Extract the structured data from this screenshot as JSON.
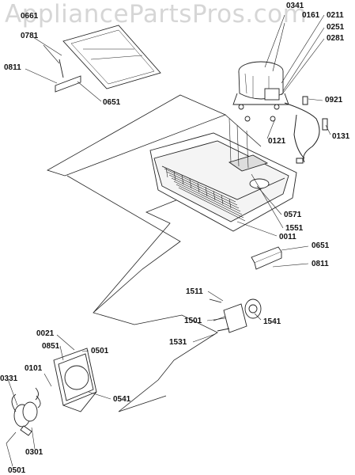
{
  "watermark": "AppliancePartsPros.com",
  "callouts": [
    {
      "id": "p0661",
      "text": "0661"
    },
    {
      "id": "p0781",
      "text": "0781"
    },
    {
      "id": "p0811a",
      "text": "0811"
    },
    {
      "id": "p0651a",
      "text": "0651"
    },
    {
      "id": "p0341",
      "text": "0341"
    },
    {
      "id": "p0161",
      "text": "0161"
    },
    {
      "id": "p0211",
      "text": "0211"
    },
    {
      "id": "p0251",
      "text": "0251"
    },
    {
      "id": "p0281",
      "text": "0281"
    },
    {
      "id": "p0921",
      "text": "0921"
    },
    {
      "id": "p0121",
      "text": "0121"
    },
    {
      "id": "p0131",
      "text": "0131"
    },
    {
      "id": "p0571",
      "text": "0571"
    },
    {
      "id": "p1551",
      "text": "1551"
    },
    {
      "id": "p0011",
      "text": "0011"
    },
    {
      "id": "p0651b",
      "text": "0651"
    },
    {
      "id": "p0811b",
      "text": "0811"
    },
    {
      "id": "p1511",
      "text": "1511"
    },
    {
      "id": "p1501",
      "text": "1501"
    },
    {
      "id": "p1541",
      "text": "1541"
    },
    {
      "id": "p1531",
      "text": "1531"
    },
    {
      "id": "p0021",
      "text": "0021"
    },
    {
      "id": "p0851",
      "text": "0851"
    },
    {
      "id": "p0501a",
      "text": "0501"
    },
    {
      "id": "p0101",
      "text": "0101"
    },
    {
      "id": "p0331",
      "text": "0331"
    },
    {
      "id": "p0541",
      "text": "0541"
    },
    {
      "id": "p0301",
      "text": "0301"
    },
    {
      "id": "p0501b",
      "text": "0501"
    }
  ]
}
